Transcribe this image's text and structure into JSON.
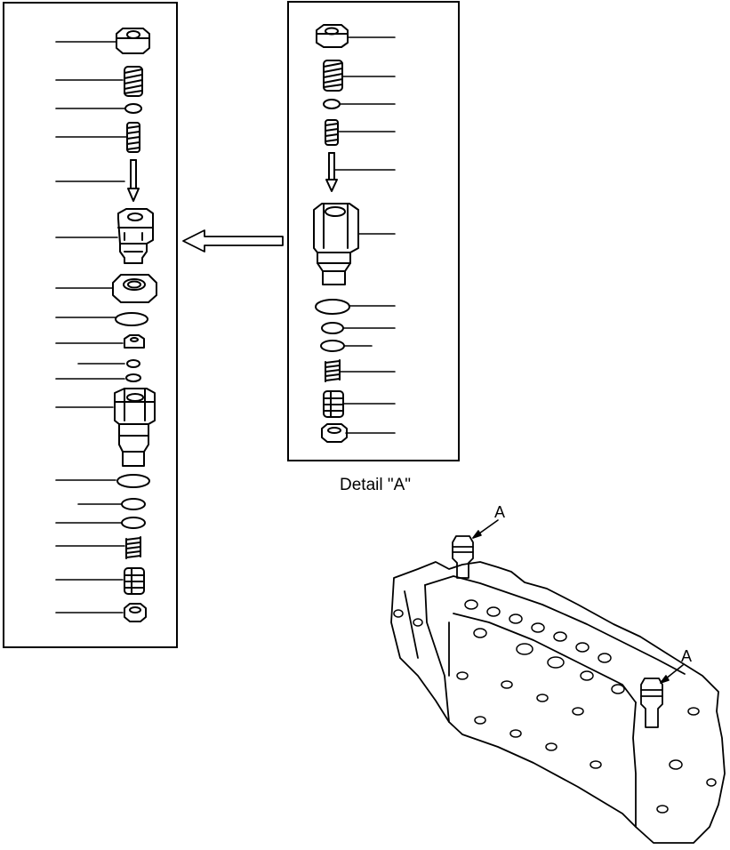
{
  "detail_caption": "Detail \"A\"",
  "callout_top": "A",
  "callout_right": "A",
  "colors": {
    "line": "#000000",
    "background": "#ffffff"
  },
  "icons": {
    "pointer": "left-arrow-icon"
  }
}
